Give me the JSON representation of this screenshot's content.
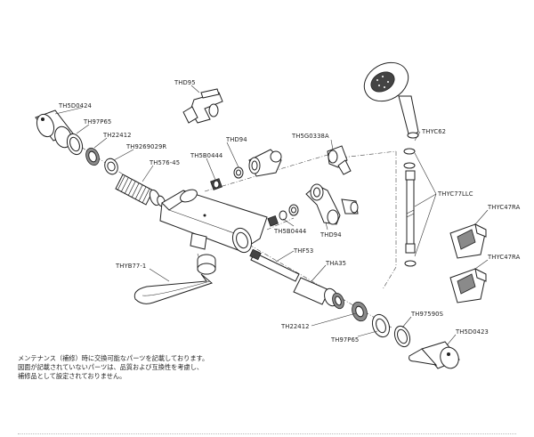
{
  "labels": {
    "th5d0424": "TH5D0424",
    "th97p65_top": "TH97P65",
    "th22412_top": "TH22412",
    "th92690r": "TH9269029R",
    "th576_45": "TH576-45",
    "thd95": "THD95",
    "th5b0444_top": "TH5B0444",
    "thd94_top": "THD94",
    "th5g0338a": "TH5G0338A",
    "thyc62": "THYC62",
    "thyc77llc": "THYC77LLC",
    "thyc47ra_1": "THYC47RA",
    "thyc47ra_2": "THYC47RA",
    "th5b0444_mid": "TH5B0444",
    "thd94_mid": "THD94",
    "thf53": "THF53",
    "thyb77_1": "THYB77-1",
    "tha35": "THA35",
    "th22412_bot": "TH22412",
    "th97p65_bot": "TH97P65",
    "th97590s": "TH97590S",
    "th5d0423": "TH5D0423"
  },
  "note": {
    "line1": "メンテナンス（補修）時に交換可能なパーツを記載しております。",
    "line2": "図面が記載されていないパーツは、品質および互換性を考慮し、",
    "line3": "補修品として設定されておりません。"
  }
}
